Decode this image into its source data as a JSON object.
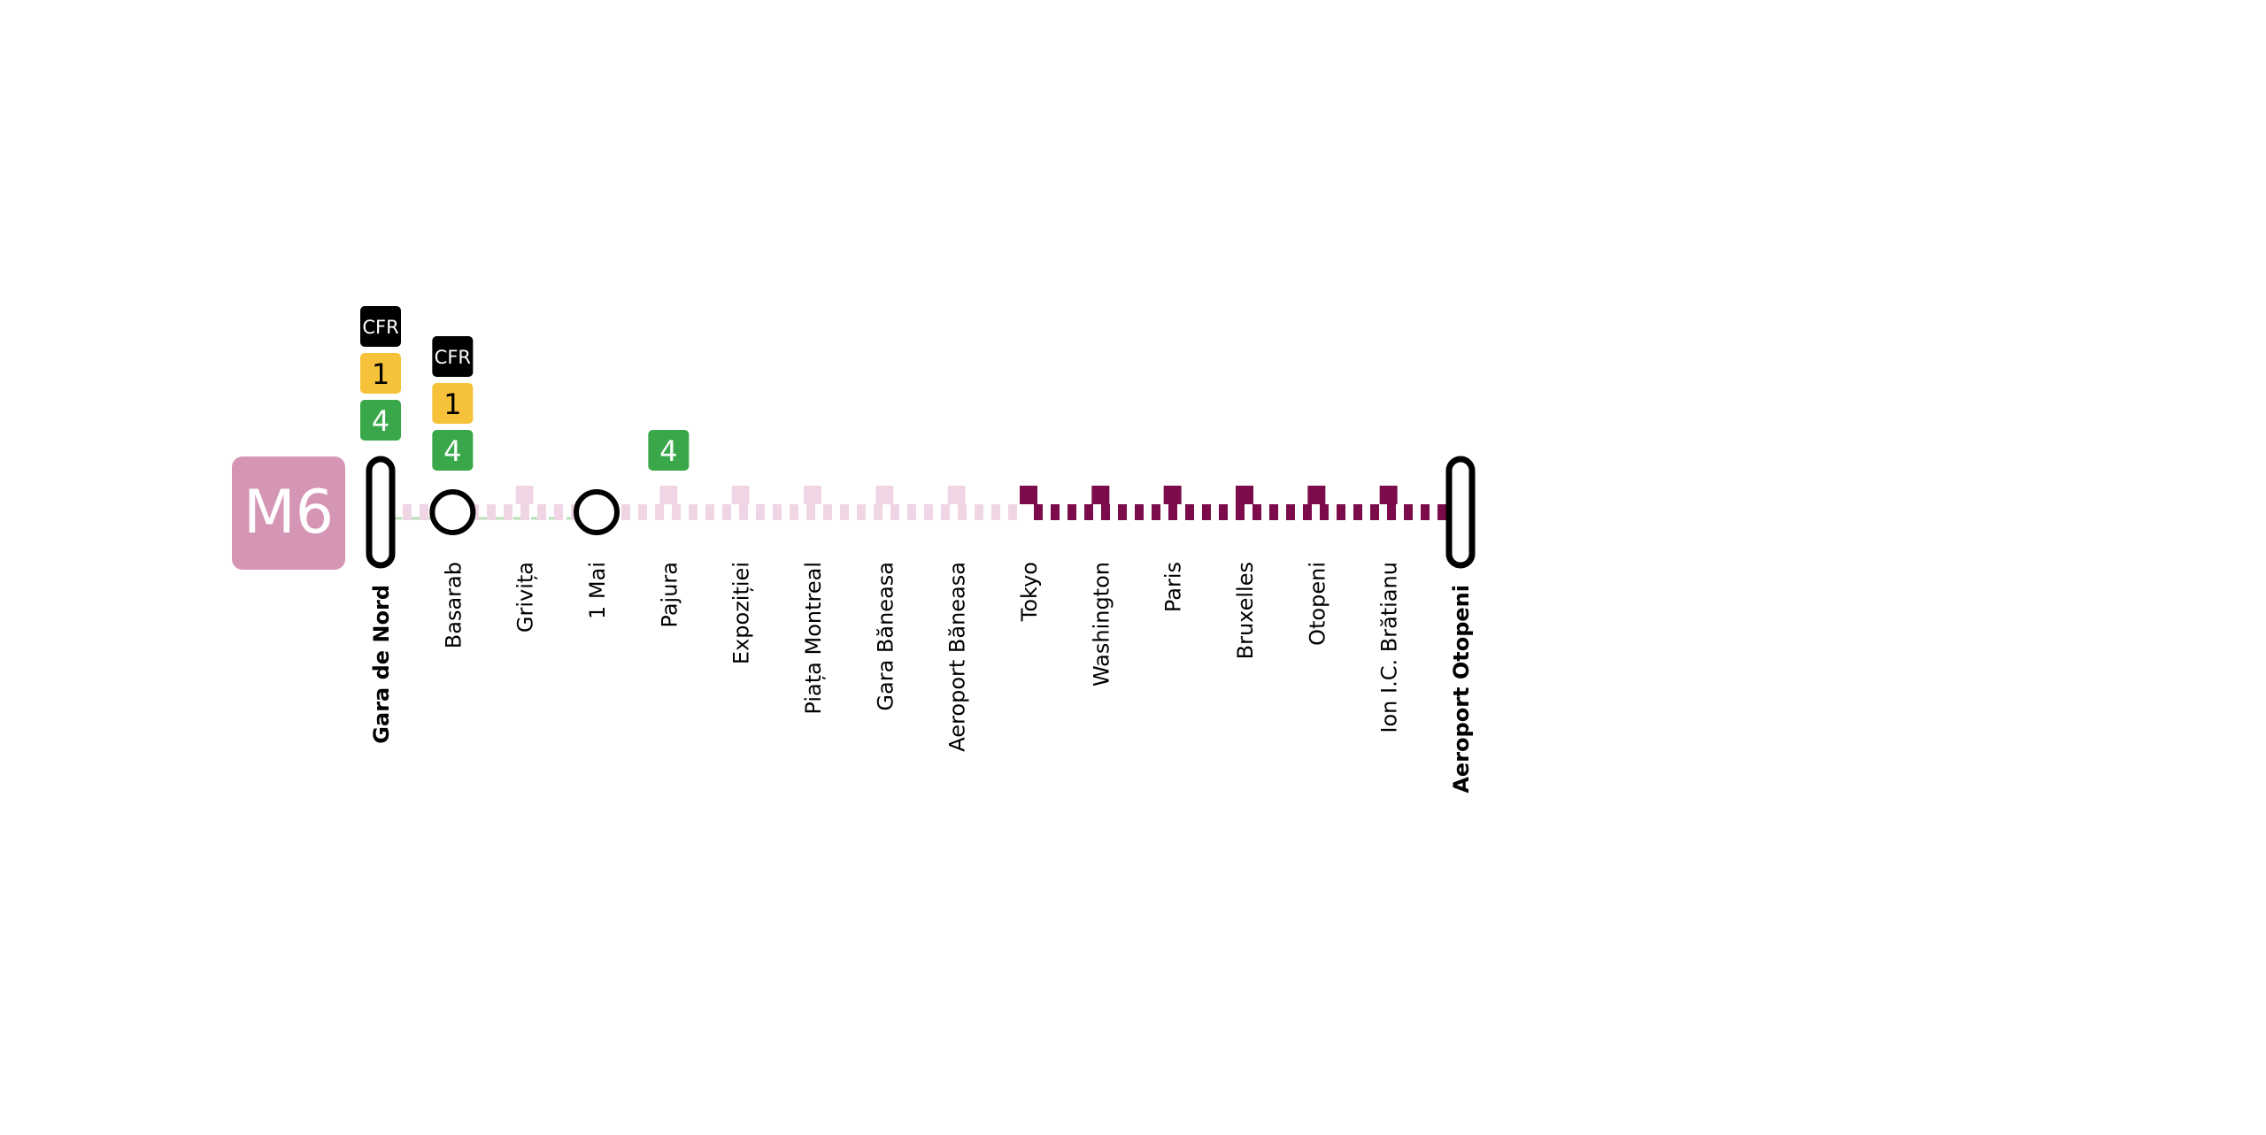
{
  "line": {
    "name": "M6",
    "badge_color": "#d596b5",
    "color_planned": "#f0d6e4",
    "color_main": "#7b0b4a",
    "link_green": "#b8e0b8"
  },
  "connections": {
    "CFR": {
      "label": "CFR",
      "color": "#000000",
      "text_color": "#ffffff"
    },
    "M1": {
      "label": "1",
      "color": "#f6c23a",
      "text_color": "#000000"
    },
    "M4": {
      "label": "4",
      "color": "#3aa84a",
      "text_color": "#ffffff"
    }
  },
  "stations": [
    {
      "name": "Gara de Nord",
      "kind": "terminus",
      "bold": true,
      "segment": "planned",
      "connections": [
        "CFR",
        "M1",
        "M4"
      ]
    },
    {
      "name": "Basarab",
      "kind": "interchange",
      "bold": false,
      "segment": "planned",
      "connections": [
        "CFR",
        "M1",
        "M4"
      ]
    },
    {
      "name": "Grivița",
      "kind": "stop",
      "bold": false,
      "segment": "planned",
      "connections": []
    },
    {
      "name": "1 Mai",
      "kind": "interchange",
      "bold": false,
      "segment": "planned",
      "connections": []
    },
    {
      "name": "Pajura",
      "kind": "stop",
      "bold": false,
      "segment": "planned",
      "connections": [
        "M4"
      ]
    },
    {
      "name": "Expoziției",
      "kind": "stop",
      "bold": false,
      "segment": "planned",
      "connections": []
    },
    {
      "name": "Piața Montreal",
      "kind": "stop",
      "bold": false,
      "segment": "planned",
      "connections": []
    },
    {
      "name": "Gara Băneasa",
      "kind": "stop",
      "bold": false,
      "segment": "planned",
      "connections": []
    },
    {
      "name": "Aeroport Băneasa",
      "kind": "stop",
      "bold": false,
      "segment": "planned",
      "connections": []
    },
    {
      "name": "Tokyo",
      "kind": "stop",
      "bold": false,
      "segment": "main",
      "connections": []
    },
    {
      "name": "Washington",
      "kind": "stop",
      "bold": false,
      "segment": "main",
      "connections": []
    },
    {
      "name": "Paris",
      "kind": "stop",
      "bold": false,
      "segment": "main",
      "connections": []
    },
    {
      "name": "Bruxelles",
      "kind": "stop",
      "bold": false,
      "segment": "main",
      "connections": []
    },
    {
      "name": "Otopeni",
      "kind": "stop",
      "bold": false,
      "segment": "main",
      "connections": []
    },
    {
      "name": "Ion I.C. Brătianu",
      "kind": "stop",
      "bold": false,
      "segment": "main",
      "connections": []
    },
    {
      "name": "Aeroport  Otopeni",
      "kind": "terminus",
      "bold": true,
      "segment": "main",
      "connections": []
    }
  ]
}
